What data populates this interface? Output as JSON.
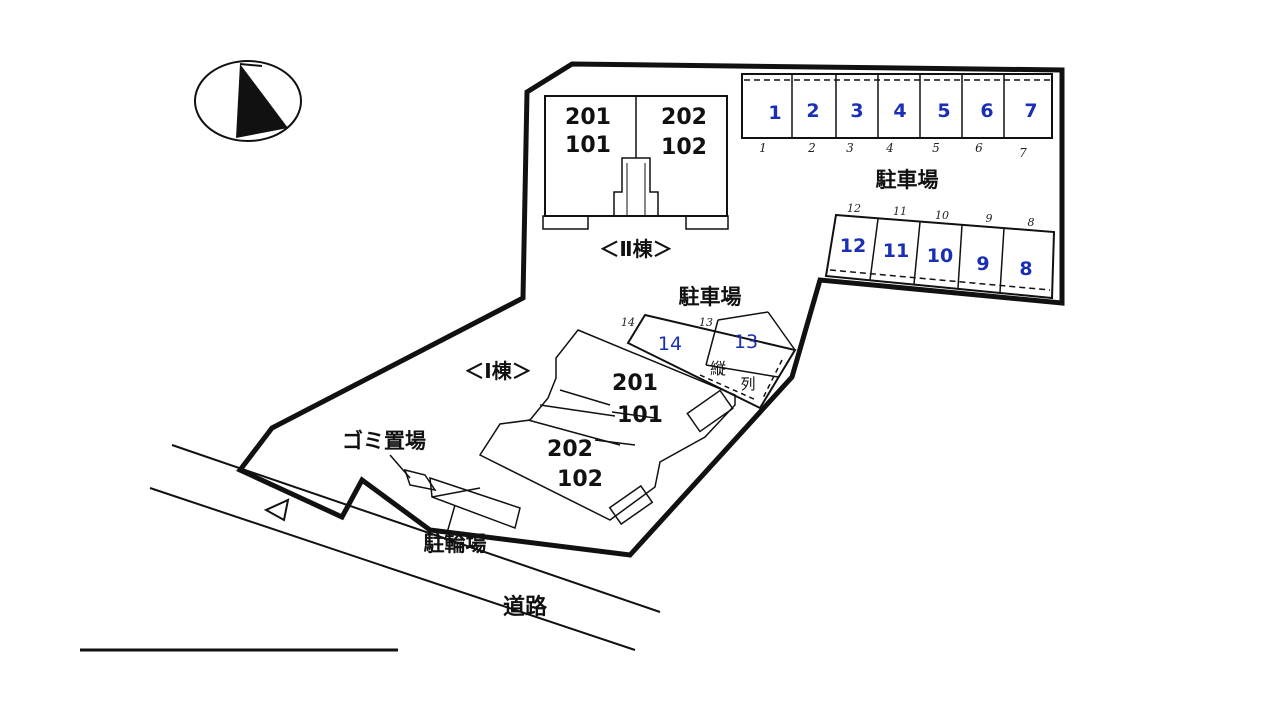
{
  "building_2": {
    "label": "＜Ⅱ棟＞",
    "units_left": [
      "201",
      "101"
    ],
    "units_right": [
      "202",
      "102"
    ]
  },
  "building_1": {
    "label": "＜Ⅰ棟＞",
    "units_upper": [
      "201",
      "101"
    ],
    "units_lower": [
      "202",
      "102"
    ]
  },
  "parking_main": {
    "label": "駐車場",
    "top_row": [
      "1",
      "2",
      "3",
      "4",
      "5",
      "6",
      "7"
    ],
    "bottom_row": [
      "12",
      "11",
      "10",
      "9",
      "8"
    ],
    "handwritten_top": [
      "1",
      "2",
      "3",
      "4",
      "5",
      "6",
      "7"
    ],
    "handwritten_bottom": [
      "12",
      "11",
      "10",
      "9",
      "8"
    ]
  },
  "parking_tandem": {
    "label": "駐車場",
    "spaces": [
      "14",
      "13"
    ],
    "handwritten": [
      "14",
      "13"
    ],
    "note_1": "縦",
    "note_2": "列"
  },
  "garbage": {
    "label": "ゴミ置場"
  },
  "bicycle": {
    "label": "駐輪場"
  },
  "road": {
    "label": "道路"
  },
  "colors": {
    "space_number": "#1a2fb5",
    "ink": "#111111"
  }
}
